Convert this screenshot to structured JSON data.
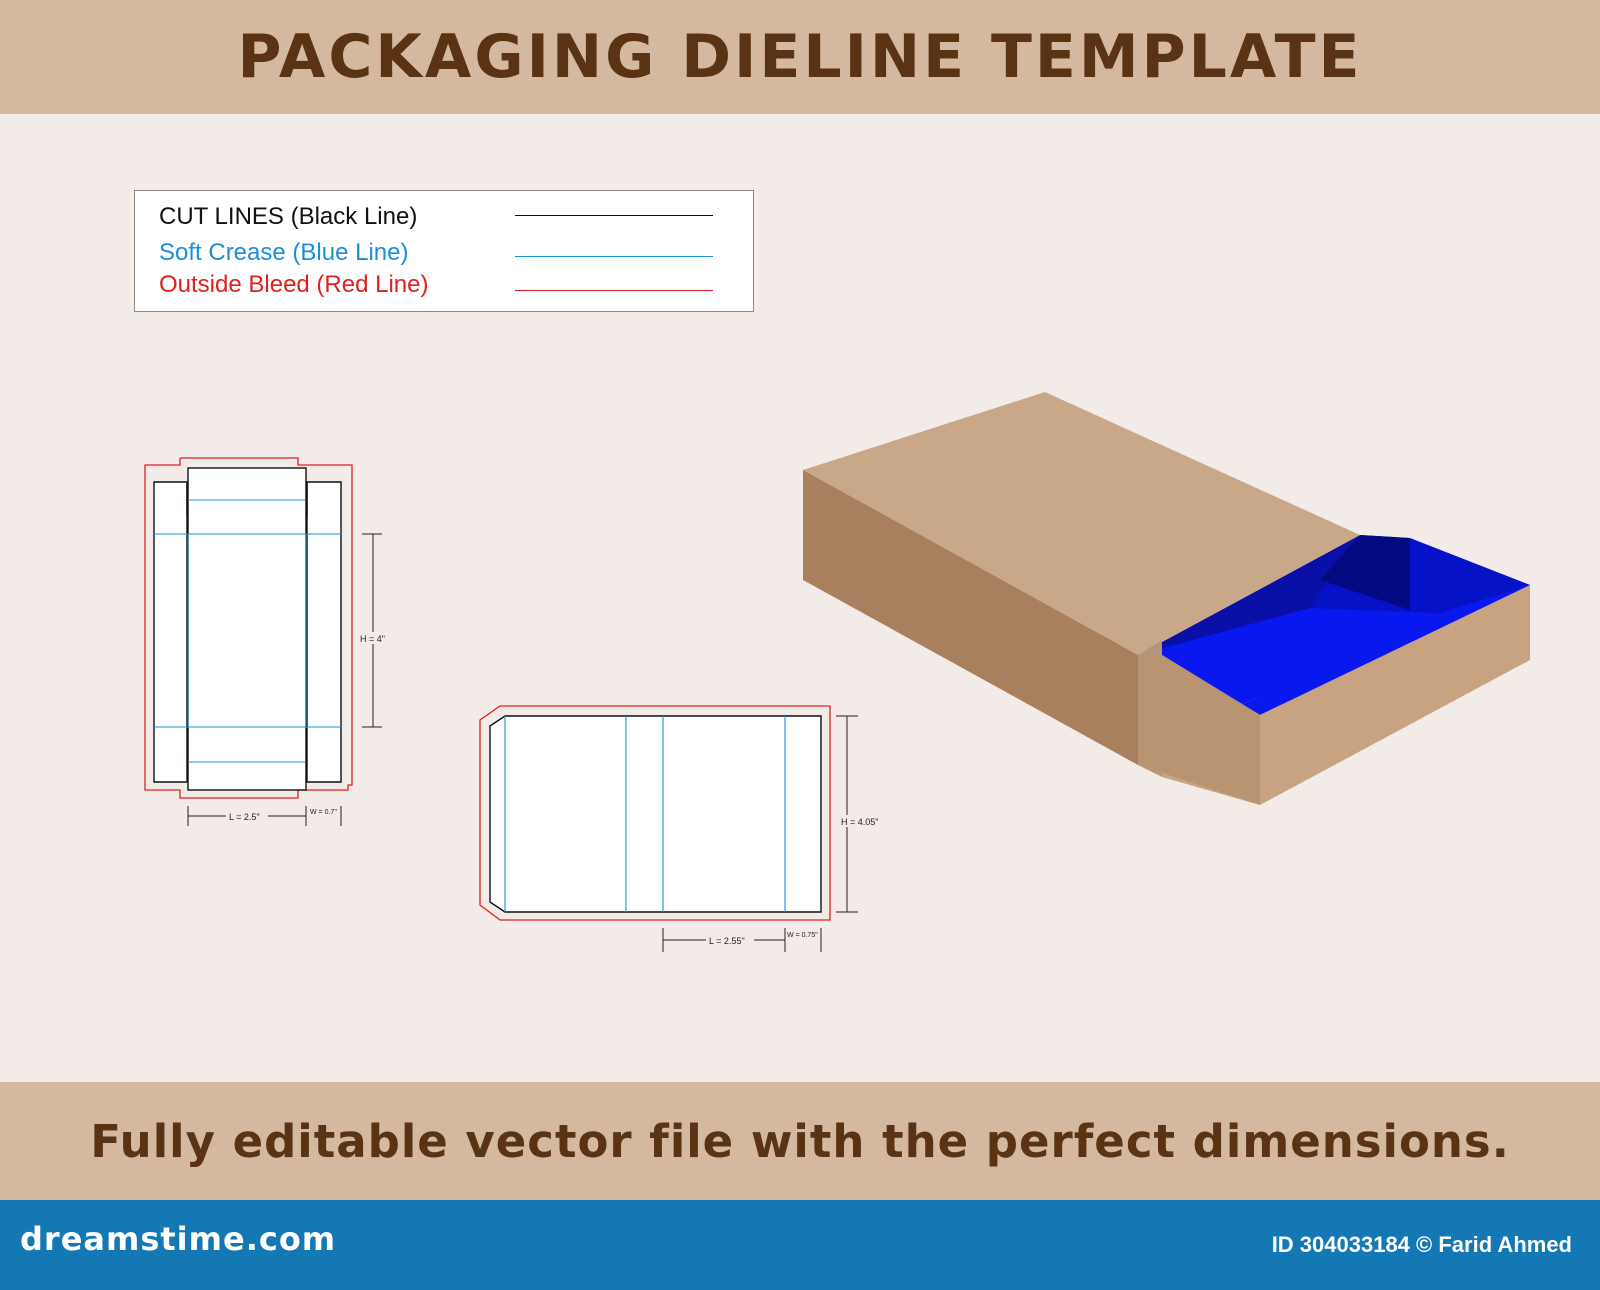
{
  "header": {
    "title": "PACKAGING DIELINE TEMPLATE"
  },
  "legend": {
    "items": [
      {
        "label": "CUT LINES (Black Line)",
        "color": "#111111"
      },
      {
        "label": "Soft Crease (Blue Line)",
        "color": "#1b8fd6"
      },
      {
        "label": "Outside Bleed (Red Line)",
        "color": "#e02020"
      }
    ]
  },
  "dieline_tray": {
    "height_label": "H = 4\"",
    "length_label": "L = 2.5\"",
    "width_label": "W = 0.7\""
  },
  "dieline_sleeve": {
    "height_label": "H = 4.05\"",
    "length_label": "L = 2.55\"",
    "width_label": "W = 0.75\""
  },
  "mockup": {
    "sleeve_color": "#c9a88a",
    "tray_color": "#0a14e0"
  },
  "tagline": "Fully editable vector file with the perfect dimensions.",
  "footer": {
    "site": "dreamstime.com",
    "credit": "ID 304033184 © Farid Ahmed"
  }
}
